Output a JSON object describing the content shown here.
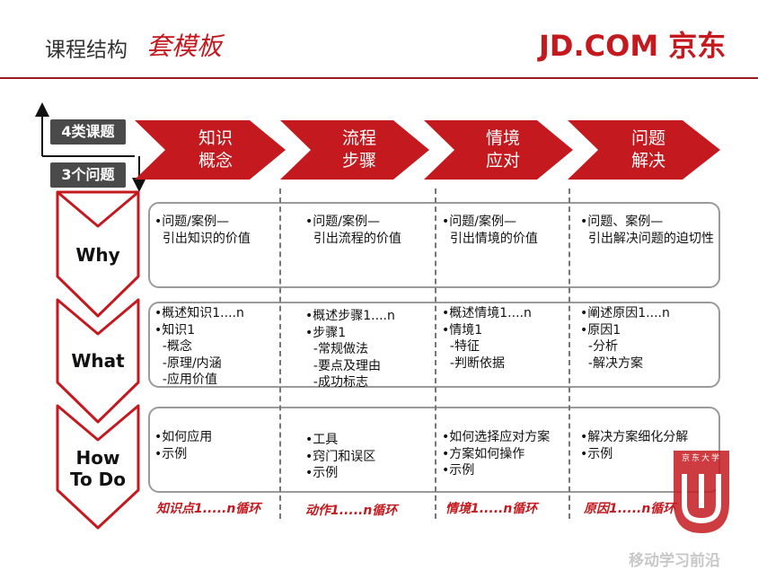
{
  "header": {
    "title": "课程结构",
    "subtitle": "套模板",
    "logo": "JD.COM 京东"
  },
  "axis_tags": {
    "categories": "4类课题",
    "questions": "3个问题"
  },
  "columns": [
    {
      "line1": "知识",
      "line2": "概念",
      "footer": "知识点1.....n循环"
    },
    {
      "line1": "流程",
      "line2": "步骤",
      "footer": "动作1.....n循环"
    },
    {
      "line1": "情境",
      "line2": "应对",
      "footer": "情境1.....n循环"
    },
    {
      "line1": "问题",
      "line2": "解决",
      "footer": "原因1.....n循环"
    }
  ],
  "rows": [
    {
      "label": "Why",
      "cells": [
        "•问题/案例—\n  引出知识的价值",
        "•问题/案例—\n  引出流程的价值",
        "•问题/案例—\n  引出情境的价值",
        "•问题、案例—\n  引出解决问题的迫切性"
      ]
    },
    {
      "label": "What",
      "cells": [
        "•概述知识1....n\n•知识1\n  -概念\n  -原理/内涵\n  -应用价值",
        "•概述步骤1....n\n•步骤1\n  -常规做法\n  -要点及理由\n  -成功标志",
        "•概述情境1....n\n•情境1\n  -特征\n  -判断依据",
        "•阐述原因1....n\n•原因1\n  -分析\n  -解决方案"
      ]
    },
    {
      "label": "How\nTo Do",
      "cells": [
        "•如何应用\n•示例",
        "•工具\n•窍门和误区\n•示例",
        "•如何选择应对方案\n•方案如何操作\n•示例",
        "•解决方案细化分解\n•示例"
      ]
    }
  ],
  "watermark": {
    "badge_text": "京东大学",
    "site": "移动学习前沿"
  },
  "colors": {
    "accent": "#c41a1f",
    "tag_bg": "#4a4a4a",
    "panel_border": "#9a9a9a"
  }
}
